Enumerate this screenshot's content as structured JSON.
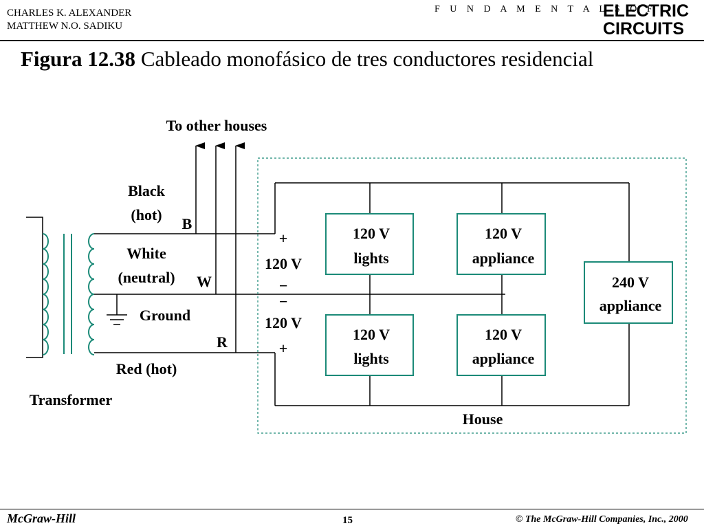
{
  "header": {
    "authors": [
      "CHARLES K. ALEXANDER",
      "MATTHEW N.O. SADIKU"
    ],
    "series": "F U N D A M E N T A L S  O F",
    "brand_line1": "ELECTRIC",
    "brand_line2": "CIRCUITS"
  },
  "figure": {
    "number": "Figura 12.38",
    "caption": "Cableado monofásico de tres conductores residencial"
  },
  "diagram": {
    "to_other_houses": "To other houses",
    "black": "Black",
    "black_sub": "(hot)",
    "white": "White",
    "white_sub": "(neutral)",
    "ground": "Ground",
    "red": "Red (hot)",
    "transformer": "Transformer",
    "b": "B",
    "w": "W",
    "r": "R",
    "plus": "+",
    "minus": "−",
    "v120": "120 V",
    "lights": "lights",
    "appliance": "appliance",
    "v240": "240 V",
    "house": "House"
  },
  "colors": {
    "coil": "#1b8a78",
    "house_border": "#1b8a78",
    "box": "#1b8a78"
  },
  "footer": {
    "publisher": "McGraw-Hill",
    "page": "15",
    "copyright": "© The McGraw-Hill Companies, Inc., 2000"
  }
}
